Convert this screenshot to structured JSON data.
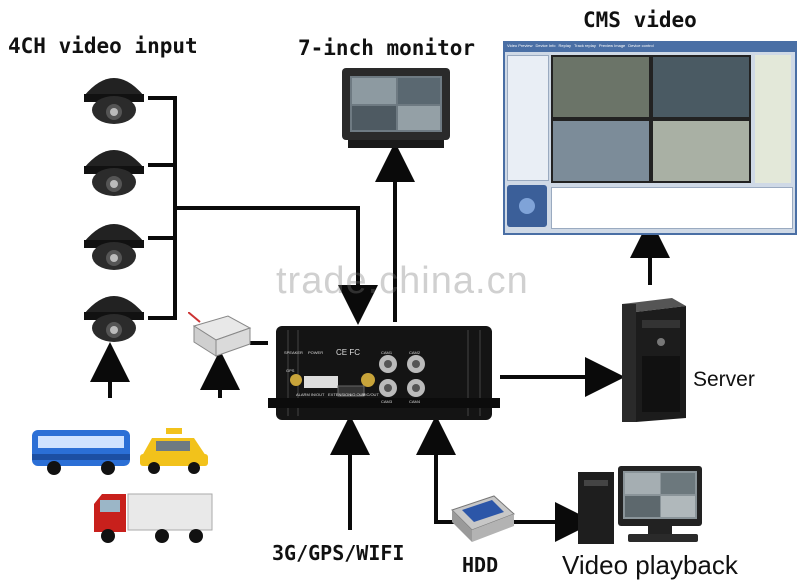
{
  "labels": {
    "video_input": "4CH video input",
    "monitor": "7-inch monitor",
    "cms": "CMS video",
    "server": "Server",
    "connectivity": "3G/GPS/WIFI",
    "hdd": "HDD",
    "playback": "Video playback"
  },
  "watermark": "trade.china.cn",
  "dvr_panel": {
    "front_labels": [
      "SPEAKER",
      "POWER",
      "CE FC",
      "CAM1",
      "CAM2",
      "CAM3",
      "CAM4",
      "GPS"
    ],
    "bottom_labels": [
      "ALARM IN/OUT",
      "EXTENSION",
      "I/O OUT",
      "MIC/OUT"
    ]
  },
  "cms_window": {
    "tabs": [
      "Video Preview",
      "Device Info",
      "Replay",
      "Track replay",
      "Preview Image",
      "Device control"
    ]
  },
  "colors": {
    "line": "#0a0a0a",
    "camera_body": "#1a1a1a",
    "dvr_body": "#141414",
    "screen_frame": "#2a2a2a",
    "cms_frame": "#4a6fa5",
    "bus_blue": "#2b6fd6",
    "taxi_yellow": "#f2c21b",
    "truck_red": "#c8201c"
  }
}
